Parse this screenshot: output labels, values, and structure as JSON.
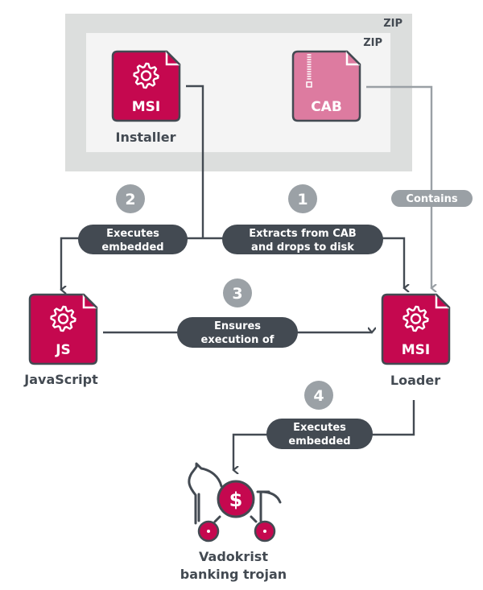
{
  "containers": {
    "outer_zip_label": "ZIP",
    "inner_zip_label": "ZIP"
  },
  "files": {
    "installer": {
      "badge": "MSI",
      "caption": "Installer",
      "icon": "gear-icon"
    },
    "cab": {
      "badge": "CAB",
      "caption": "",
      "icon": "zipper-icon"
    },
    "javascript": {
      "badge": "JS",
      "caption": "JavaScript",
      "icon": "gear-icon"
    },
    "loader": {
      "badge": "MSI",
      "caption": "Loader",
      "icon": "gear-icon"
    }
  },
  "steps": [
    {
      "number": "1",
      "label_line1": "Extracts from CAB",
      "label_line2": "and drops to disk"
    },
    {
      "number": "2",
      "label_line1": "Executes",
      "label_line2": "embedded"
    },
    {
      "number": "3",
      "label_line1": "Ensures",
      "label_line2": "execution of"
    },
    {
      "number": "4",
      "label_line1": "Executes",
      "label_line2": "embedded"
    }
  ],
  "contains_label": "Contains",
  "trojan": {
    "line1": "Vadokrist",
    "line2": "banking trojan",
    "symbol": "$"
  },
  "colors": {
    "crimson": "#c5084f",
    "cab_pink": "#dd7ba0",
    "dark": "#434a52",
    "grey_line": "#9aa0a5",
    "step_circle": "#9ba1a6",
    "outer_box": "#dcdedd",
    "inner_box": "#f4f4f4"
  }
}
